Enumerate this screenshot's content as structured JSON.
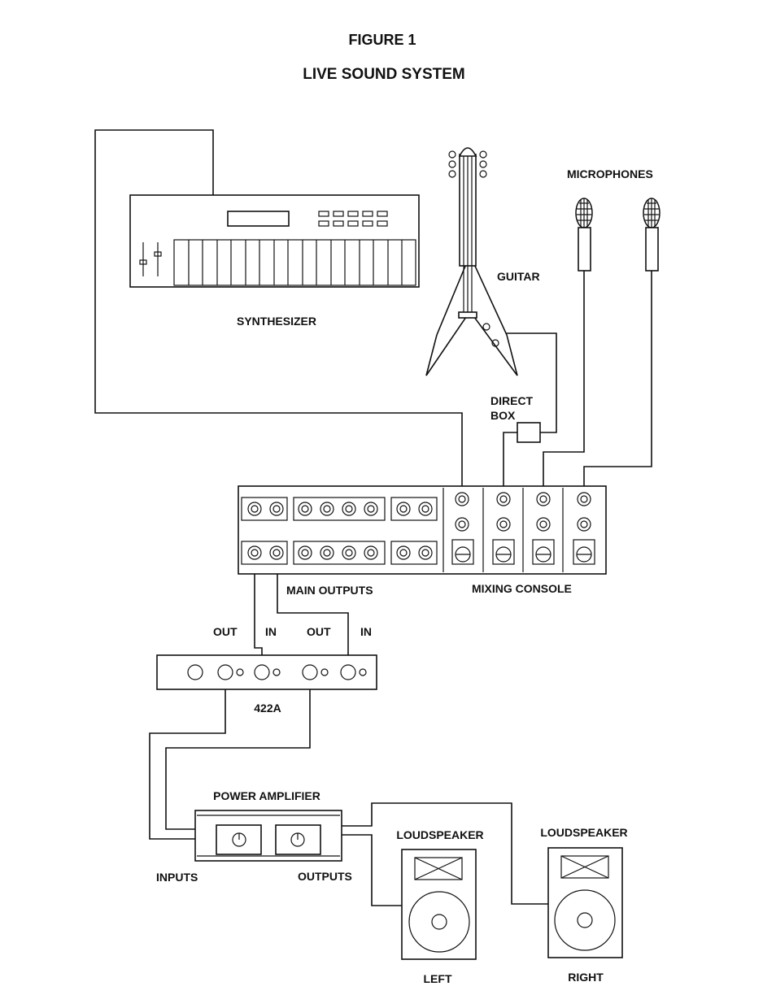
{
  "figure": {
    "number": "FIGURE 1",
    "title": "LIVE SOUND SYSTEM"
  },
  "labels": {
    "microphones": "MICROPHONES",
    "guitar": "GUITAR",
    "synthesizer": "SYNTHESIZER",
    "direct_box": [
      "DIRECT",
      "BOX"
    ],
    "main_outputs": "MAIN OUTPUTS",
    "mixing_console": "MIXING CONSOLE",
    "out_1": "OUT",
    "in_1": "IN",
    "out_2": "OUT",
    "in_2": "IN",
    "processor": "422A",
    "power_amplifier": "POWER AMPLIFIER",
    "inputs": "INPUTS",
    "outputs": "OUTPUTS",
    "loudspeaker_left": "LOUDSPEAKER",
    "loudspeaker_right": "LOUDSPEAKER",
    "left": "LEFT",
    "right": "RIGHT"
  }
}
